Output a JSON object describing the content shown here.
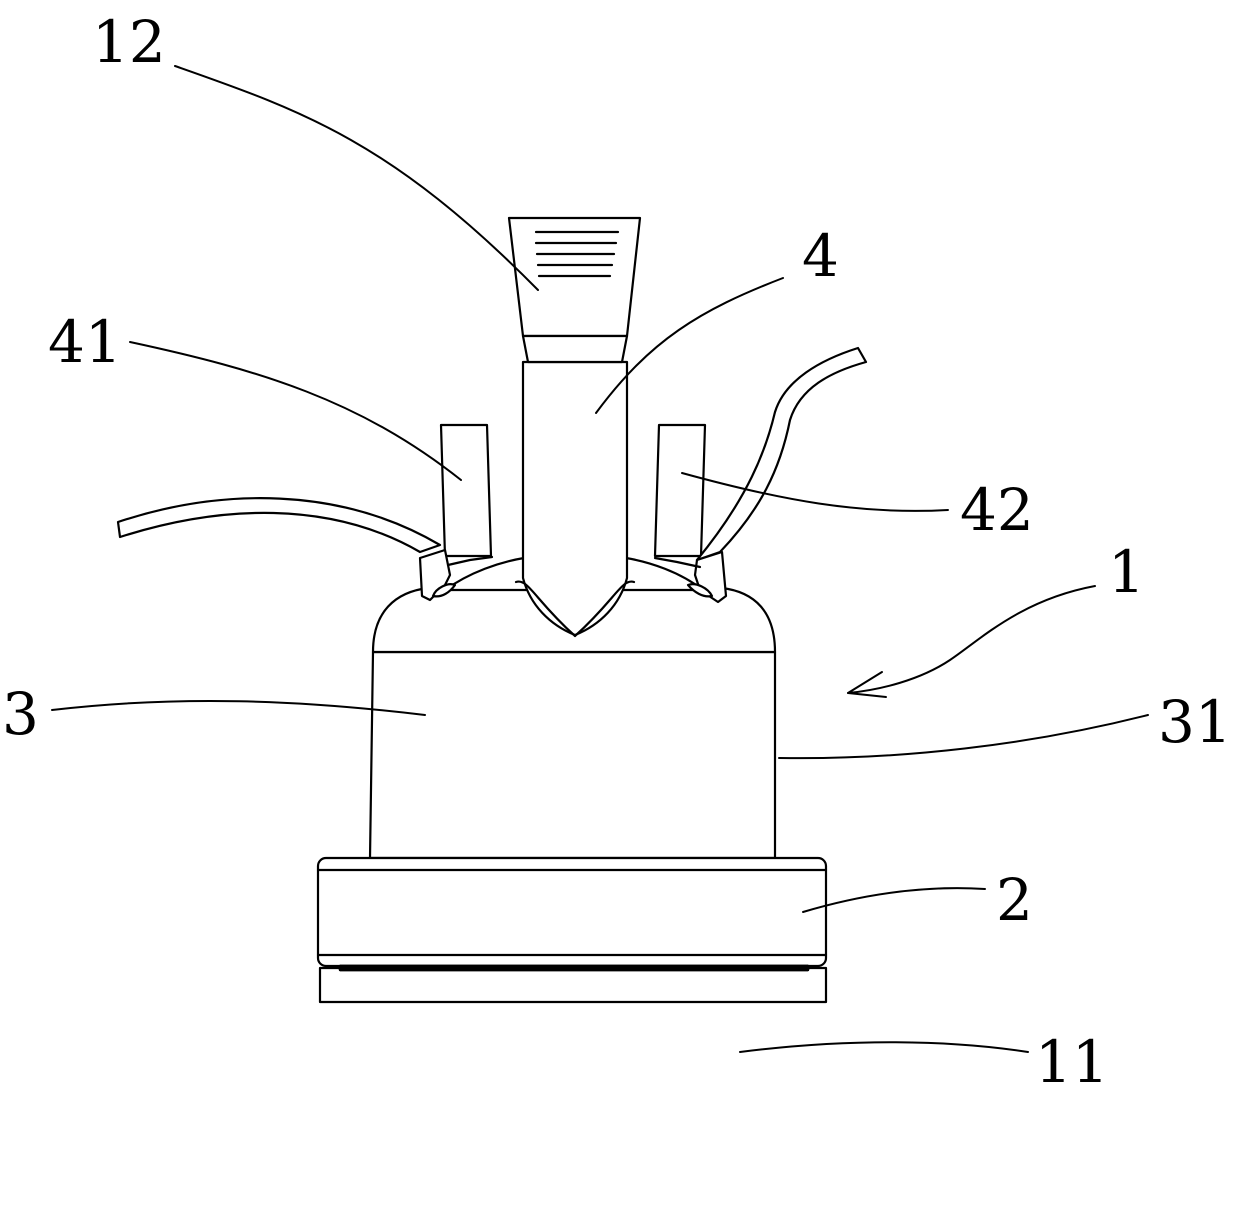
{
  "labels": {
    "l12": "12",
    "l4": "4",
    "l41": "41",
    "l42": "42",
    "l1": "1",
    "l3": "3",
    "l31": "31",
    "l2": "2",
    "l11": "11"
  }
}
